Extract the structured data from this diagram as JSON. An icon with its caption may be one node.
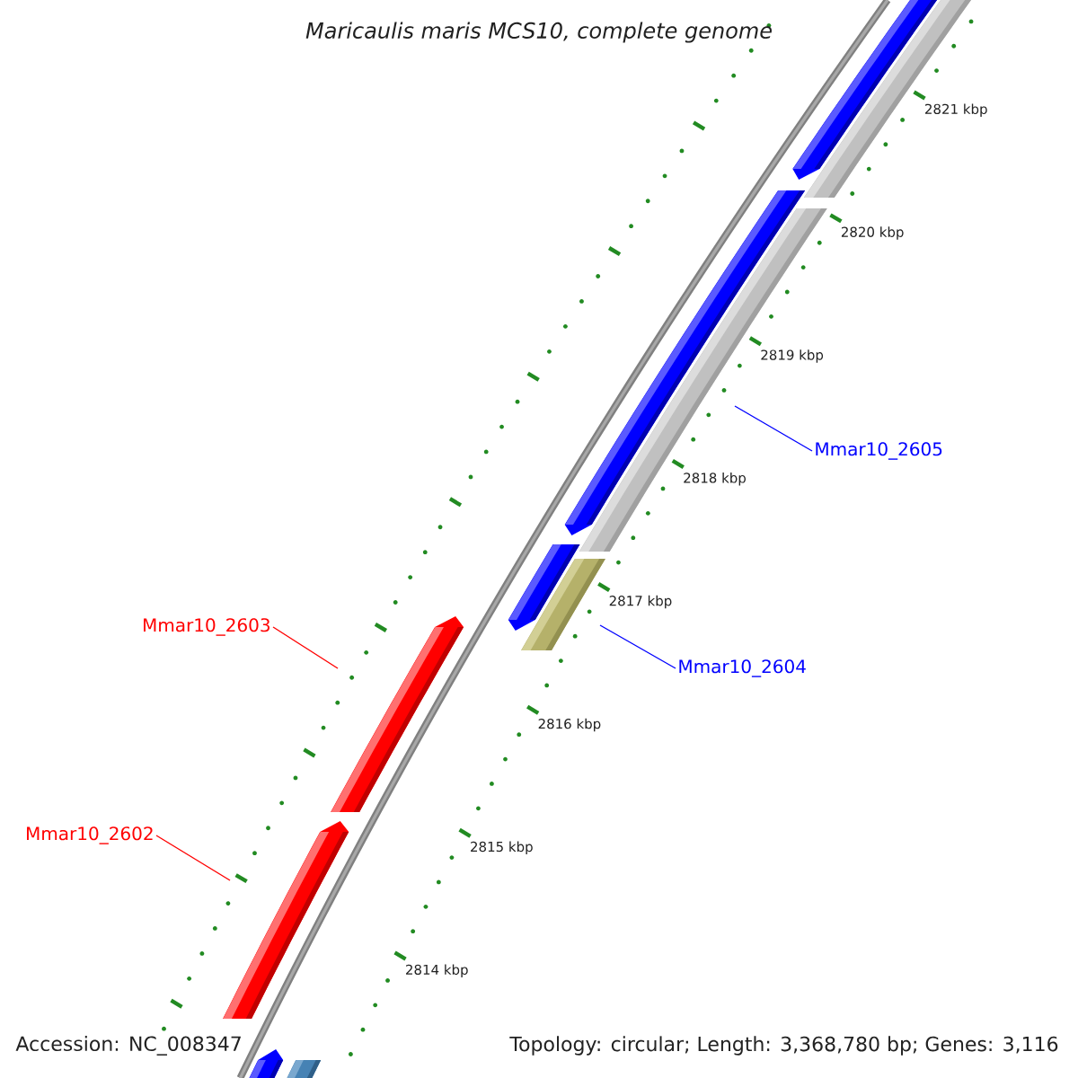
{
  "diagram": {
    "title": "Maricaulis maris MCS10, complete genome",
    "nodes": [
      {
        "text": [
          "Mmar10_2605"
        ]
      },
      {
        "text": [
          "Mmar10_2604"
        ]
      },
      {
        "text": [
          "Mmar10_2603"
        ]
      },
      {
        "text": [
          "Mmar10_2602"
        ]
      },
      {
        "text": [],
        "shape": "bar"
      },
      {
        "text": [],
        "shape": "bar"
      },
      {
        "text": [],
        "shape": "pentagon"
      },
      {
        "text": [],
        "shape": "pentagon"
      }
    ],
    "edges": [
      {
        "from": 0,
        "to": 4,
        "arrow": "none",
        "color": "#0000ff"
      },
      {
        "from": 1,
        "to": 5,
        "arrow": "none",
        "color": "#0000ff"
      },
      {
        "from": 2,
        "to": 6,
        "arrow": "none",
        "color": "#ff0000"
      },
      {
        "from": 3,
        "to": 7,
        "arrow": "none",
        "color": "#ff0000"
      }
    ],
    "labels": [
      "2821 kbp",
      "2820 kbp",
      "2819 kbp",
      "2818 kbp",
      "2817 kbp",
      "2816 kbp",
      "2815 kbp",
      "2814 kbp",
      "Accession: NC_008347",
      "Topology: circular; Length: 3,368,780 bp; Genes: 3,116"
    ]
  }
}
